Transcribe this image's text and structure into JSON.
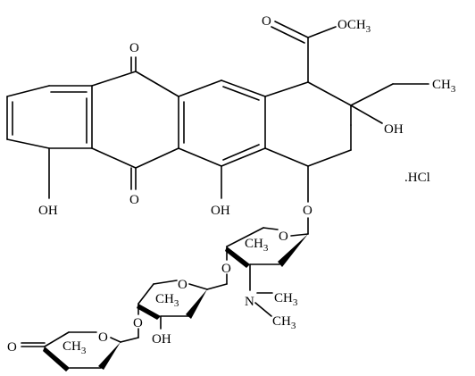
{
  "labels": {
    "oxo_top": "O",
    "oxo_bottom": "O",
    "ester_carbonyl_o": "O",
    "ester_group": "OCH3",
    "ethyl_ch3": "CH3",
    "oh_c9": "OH",
    "salt": ".HCl",
    "oh_c4": "OH",
    "oh_c6": "OH",
    "glycosidic_o": "O",
    "ring1_o": "O",
    "ring1_ch3": "CH3",
    "amine_n": "N",
    "n_ch3_upper": "CH3",
    "n_ch3_lower": "CH3",
    "ring2_o": "O",
    "ring2_ch3": "CH3",
    "ring2_oh": "OH",
    "ring3_o": "O",
    "ring3_ketone_o": "O",
    "ring3_ch3": "CH3"
  },
  "colors": {
    "ink": "#000000",
    "background": "#ffffff"
  }
}
